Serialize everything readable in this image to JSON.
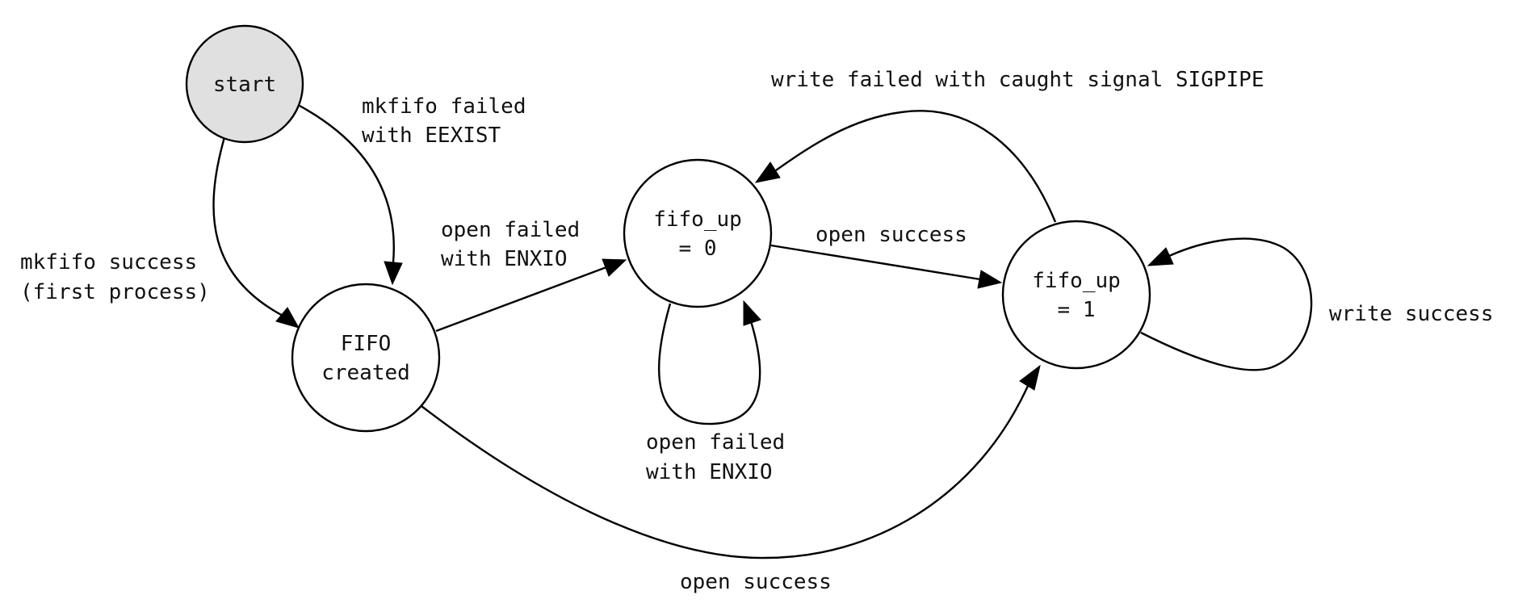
{
  "colors": {
    "start_fill": "#e0e0e0",
    "node_fill": "#ffffff",
    "stroke": "#000000",
    "text": "#111111"
  },
  "nodes": {
    "start": {
      "lines": [
        "start"
      ]
    },
    "fifo_created": {
      "lines": [
        "FIFO",
        "created"
      ]
    },
    "fifo_up_0": {
      "lines": [
        "fifo_up",
        "= 0"
      ]
    },
    "fifo_up_1": {
      "lines": [
        "fifo_up",
        "= 1"
      ]
    }
  },
  "edges": {
    "start_to_created_success": {
      "from": "start",
      "to": "fifo_created",
      "label_lines": [
        "mkfifo success",
        "(first process)"
      ]
    },
    "start_to_created_eexist": {
      "from": "start",
      "to": "fifo_created",
      "label_lines": [
        "mkfifo failed",
        "with EEXIST"
      ]
    },
    "created_to_up0": {
      "from": "fifo_created",
      "to": "fifo_up_0",
      "label_lines": [
        "open failed",
        "with ENXIO"
      ]
    },
    "up0_self_loop": {
      "from": "fifo_up_0",
      "to": "fifo_up_0",
      "label_lines": [
        "open failed",
        "with ENXIO"
      ]
    },
    "up0_to_up1": {
      "from": "fifo_up_0",
      "to": "fifo_up_1",
      "label_lines": [
        "open success"
      ]
    },
    "up1_to_up0": {
      "from": "fifo_up_1",
      "to": "fifo_up_0",
      "label_lines": [
        "write failed with caught signal SIGPIPE"
      ]
    },
    "up1_self_loop": {
      "from": "fifo_up_1",
      "to": "fifo_up_1",
      "label_lines": [
        "write success"
      ]
    },
    "created_to_up1": {
      "from": "fifo_created",
      "to": "fifo_up_1",
      "label_lines": [
        "open success"
      ]
    }
  }
}
